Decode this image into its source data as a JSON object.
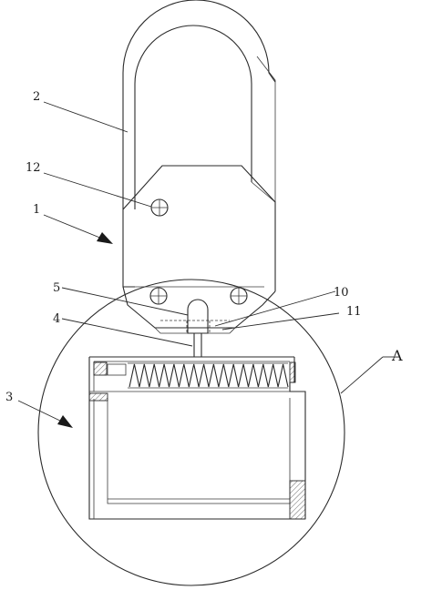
{
  "figure": {
    "labels": [
      {
        "id": "2",
        "text": "2"
      },
      {
        "id": "12",
        "text": "12"
      },
      {
        "id": "1",
        "text": "1"
      },
      {
        "id": "5",
        "text": "5"
      },
      {
        "id": "4",
        "text": "4"
      },
      {
        "id": "10",
        "text": "10"
      },
      {
        "id": "11",
        "text": "11"
      },
      {
        "id": "A",
        "text": "A"
      },
      {
        "id": "3",
        "text": "3"
      }
    ]
  }
}
